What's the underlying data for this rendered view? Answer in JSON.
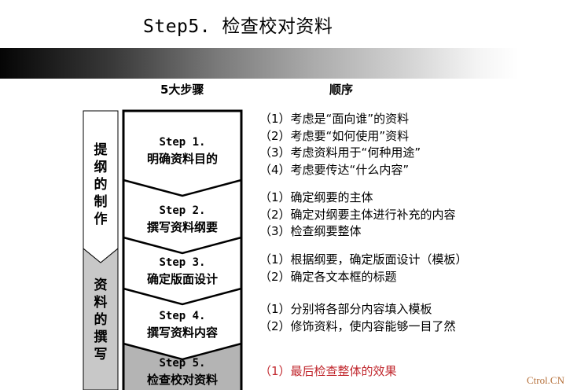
{
  "title": "Step5. 检查校对资料",
  "column_headers": {
    "steps": "5大步骤",
    "order": "顺序"
  },
  "phases": [
    {
      "label": "提纲的制作",
      "chars": [
        "提",
        "纲",
        "的",
        "制",
        "作"
      ],
      "fill": "#ffffff"
    },
    {
      "label": "资料的撰写",
      "chars": [
        "资",
        "料",
        "的",
        "撰",
        "写"
      ],
      "fill": "#c8c8c8"
    }
  ],
  "steps": [
    {
      "num": "Step 1.",
      "name": "明确资料目的",
      "fill": "#ffffff",
      "items": [
        "（1）考虑是“面向谁”的资料",
        "（2）考虑要“如何使用”资料",
        "（3）考虑资料用于“何种用途”",
        "（4）考虑要传达“什么内容”"
      ]
    },
    {
      "num": "Step 2.",
      "name": "撰写资料纲要",
      "fill": "#ffffff",
      "items": [
        "（1）确定纲要的主体",
        "（2）确定对纲要主体进行补充的内容",
        "（3）检查纲要整体"
      ]
    },
    {
      "num": "Step 3.",
      "name": "确定版面设计",
      "fill": "#ffffff",
      "items": [
        "（1）根据纲要，确定版面设计（模板）",
        "（2）确定各文本框的标题"
      ]
    },
    {
      "num": "Step 4.",
      "name": "撰写资料内容",
      "fill": "#ffffff",
      "items": [
        "（1）分别将各部分内容填入模板",
        "（2）修饰资料，使内容能够一目了然"
      ]
    },
    {
      "num": "Step 5.",
      "name": "检查校对资料",
      "fill": "#b4b4b4",
      "highlighted": true,
      "items": [
        "（1）最后检查整体的效果"
      ]
    }
  ],
  "colors": {
    "highlight_text": "#c0262c",
    "active_step_fill": "#b4b4b4",
    "phase2_fill": "#c8c8c8"
  },
  "watermark": "Ctrol.CN"
}
